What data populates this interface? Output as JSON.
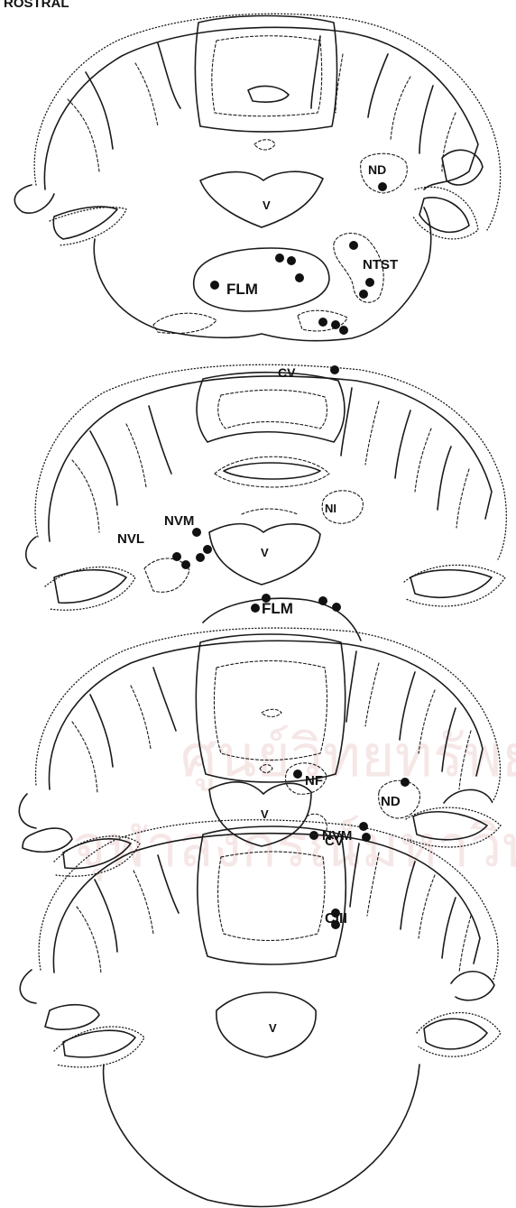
{
  "header": {
    "title": "ROSTRAL"
  },
  "sections": [
    {
      "name": "section-1",
      "labels": {
        "ventricle": "V",
        "nd": "ND",
        "ntst": "NTST",
        "flm": "FLM"
      }
    },
    {
      "name": "section-2",
      "labels": {
        "cv": "CV",
        "ni": "NI",
        "nvm": "NVM",
        "nvl": "NVL",
        "ventricle": "V",
        "flm": "FLM"
      }
    },
    {
      "name": "section-3",
      "labels": {
        "nf": "NF",
        "nd": "ND",
        "ventricle": "V",
        "nvm": "NVM"
      }
    },
    {
      "name": "section-4",
      "labels": {
        "cv": "CV",
        "ciii": "CIII",
        "ventricle": "V"
      }
    }
  ],
  "watermark": {
    "line1": "ศูนย์วิทยทรัพยากร",
    "line2": "จุฬาลงกรณ์มหาวิทยาลัย"
  }
}
